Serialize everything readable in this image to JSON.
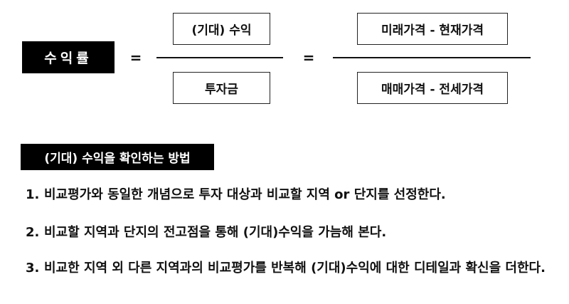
{
  "formula": {
    "lhs": "수익률",
    "equals": "=",
    "fraction1": {
      "numerator": "(기대) 수익",
      "denominator": "투자금"
    },
    "fraction2": {
      "numerator": "미래가격 - 현재가격",
      "denominator": "매매가격 - 전세가격"
    }
  },
  "section": {
    "heading": "(기대) 수익을 확인하는 방법",
    "steps": [
      {
        "num": "1.",
        "text": "비교평가와 동일한 개념으로 투자 대상과 비교할 지역 or 단지를 선정한다."
      },
      {
        "num": "2.",
        "text": "비교할 지역과 단지의 전고점을 통해 (기대)수익을 가늠해 본다."
      },
      {
        "num": "3.",
        "text": "비교한 지역 외 다른 지역과의 비교평가를 반복해 (기대)수익에 대한 디테일과 확신을 더한다."
      }
    ]
  }
}
